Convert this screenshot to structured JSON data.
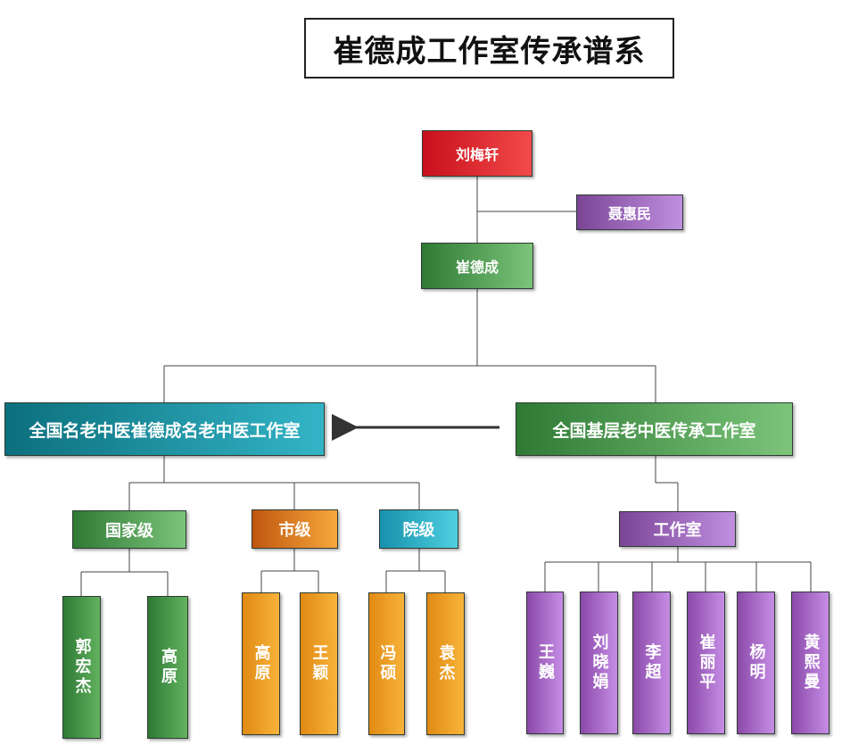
{
  "title": "崔德成工作室传承谱系",
  "nodes": {
    "liu_meixuan": "刘梅轩",
    "nie_huimin": "聂惠民",
    "cui_decheng": "崔德成",
    "national_studio": "全国名老中医崔德成名老中医工作室",
    "grassroots_studio": "全国基层老中医传承工作室",
    "level_national": "国家级",
    "level_city": "市级",
    "level_hospital": "院级",
    "level_studio": "工作室"
  },
  "disciples": {
    "national": [
      "郭宏杰",
      "高原"
    ],
    "city": [
      "高原",
      "王颖"
    ],
    "hospital": [
      "冯硕",
      "袁杰"
    ],
    "studio": [
      "王巍",
      "刘晓娟",
      "李超",
      "崔丽平",
      "杨明",
      "黄熙曼"
    ]
  },
  "colors": {
    "red": "#e02a2a",
    "green": "#4c9a4f",
    "teal": "#1c8fa0",
    "orange": "#ee8b27",
    "purple": "#a067c4",
    "cyan": "#2fb6cf",
    "line": "#444444",
    "arrow": "#333333"
  }
}
